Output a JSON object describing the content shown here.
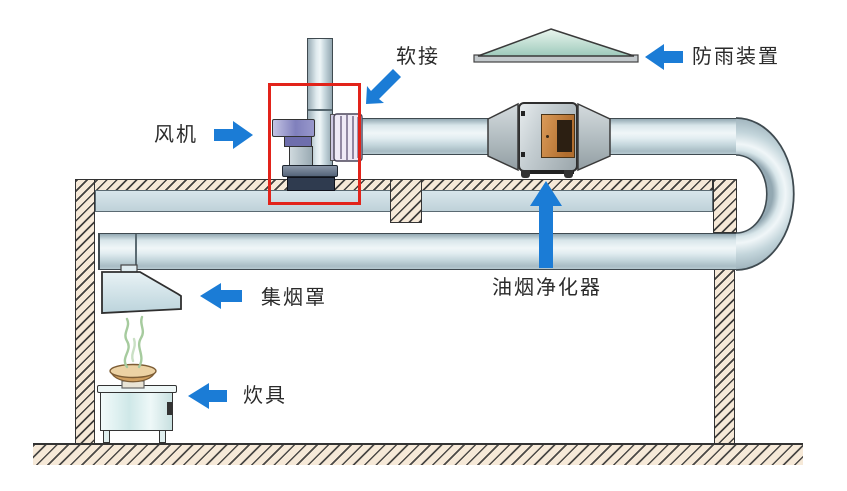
{
  "diagram": {
    "type": "kitchen exhaust and fume purification system diagram",
    "background": "#ffffff",
    "annotations": {
      "soft_joint": {
        "label": "软接",
        "arrow_direction": "down-left"
      },
      "rain_device": {
        "label": "防雨装置",
        "arrow_direction": "left"
      },
      "fan": {
        "label": "风机",
        "arrow_direction": "right"
      },
      "purifier": {
        "label": "油烟净化器",
        "arrow_direction": "up"
      },
      "hood": {
        "label": "集烟罩",
        "arrow_direction": "left"
      },
      "cooker": {
        "label": "炊具",
        "arrow_direction": "left"
      }
    },
    "colors": {
      "arrow_blue": "#1b7cd6",
      "highlight_red": "#e2231a",
      "duct_gray_blue": "#c3d5db",
      "hatch_cream": "#f6e9d8",
      "rain_cap_green": "#bcdccd",
      "purifier_door_orange": "#c9803c",
      "steam_green": "#a6cb9e",
      "label_text": "#2b2b2b"
    }
  }
}
